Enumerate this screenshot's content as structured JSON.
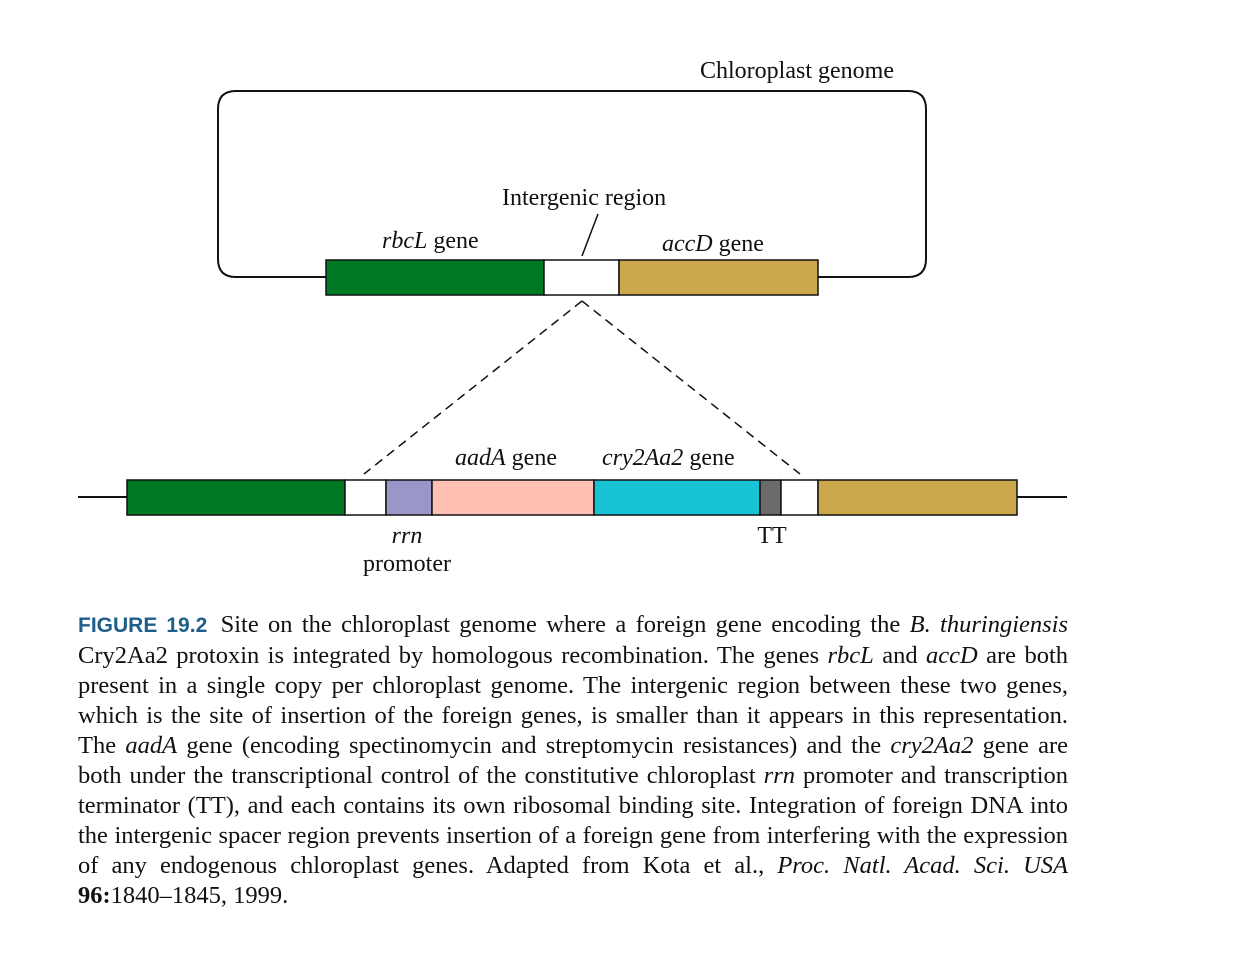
{
  "diagram": {
    "title": "Chloroplast genome",
    "intergenic_label": "Intergenic region",
    "rbcl": {
      "name": "rbcL",
      "suffix": " gene"
    },
    "accd": {
      "name": "accD",
      "suffix": " gene"
    },
    "aada": {
      "name": "aadA",
      "suffix": " gene"
    },
    "cry": {
      "name": "cry2Aa2",
      "suffix": " gene"
    },
    "rrn": "rrn",
    "promoter": "promoter",
    "tt": "TT",
    "colors": {
      "rbcl": "#007a22",
      "accd": "#cba84b",
      "intergenic": "#ffffff",
      "rrn_promoter": "#9b96c8",
      "aada": "#ffc0b3",
      "cry2aa2": "#18c3d6",
      "terminator": "#6b6b6b"
    }
  },
  "caption": {
    "label": "FIGURE 19.2",
    "s1": " Site on the chloroplast genome where a foreign gene encoding the ",
    "s1_it": "B. thuringiensis",
    "s2": " Cry2Aa2 protoxin is integrated by homologous recombination. The genes ",
    "s2_it": "rbcL",
    "s3": " and ",
    "s3_it": "accD",
    "s4": " are both present in a single copy per chloroplast genome. The intergenic region between these two genes, which is the site of insertion of the for­eign genes, is smaller than it appears in this representation. The ",
    "s4_it": "aadA",
    "s5": " gene (encoding spectinomycin and streptomycin resistances) and the ",
    "s5_it": "cry2Aa2",
    "s6": " gene are both under the transcriptional control of the constitutive chloroplast ",
    "s6_it": "rrn",
    "s7": " promoter and transcription terminator (TT), and each contains its own ribosomal binding site. Integration of foreign DNA into the intergenic spacer region prevents insertion of a foreign gene from interfering with the expression of any endogenous chloroplast genes. Adapted from Kota et al., ",
    "s7_it": "Proc. Natl. Acad. Sci. USA",
    "s8_b": "96:",
    "s9": "1840–1845, 1999."
  }
}
